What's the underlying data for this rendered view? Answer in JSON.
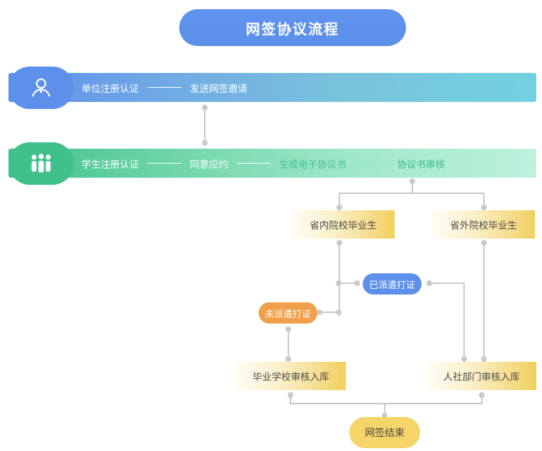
{
  "title": {
    "text": "网签协议流程"
  },
  "bands": [
    {
      "id": "employer",
      "icon": "single-person-icon",
      "color": "#5d90ea",
      "steps": [
        {
          "label": "单位注册认证",
          "color": "#ffffff"
        },
        {
          "label": "发送网签邀请",
          "color": "#ffffff"
        }
      ]
    },
    {
      "id": "student",
      "icon": "three-people-icon",
      "color": "#3fc08d",
      "steps": [
        {
          "label": "学生注册认证",
          "color": "#ffffff"
        },
        {
          "label": "同意应约",
          "color": "#f3fffa"
        },
        {
          "label": "生成电子协议书",
          "color": "#3fbc8c"
        },
        {
          "label": "协议书审核",
          "color": "#35b684"
        }
      ]
    }
  ],
  "nodes": {
    "in_province": {
      "label": "省内院校毕业生"
    },
    "out_province": {
      "label": "省外院校毕业生"
    },
    "dispatched": {
      "label": "已派遣打证"
    },
    "not_dispatched": {
      "label": "未派遣打证"
    },
    "school_audit": {
      "label": "毕业学校审核入库"
    },
    "hr_audit": {
      "label": "人社部门审核入库"
    },
    "finish": {
      "label": "网签结束"
    }
  },
  "colors": {
    "title_bg": "#5f93ee",
    "band_blue": "#5d90ea",
    "band_green": "#3fc08d",
    "gold": "#f2d368",
    "pill_blue": "#5d90ea",
    "pill_orange": "#f0a04b",
    "pill_gold": "#f5d469",
    "connector": "#c9c9c9"
  }
}
